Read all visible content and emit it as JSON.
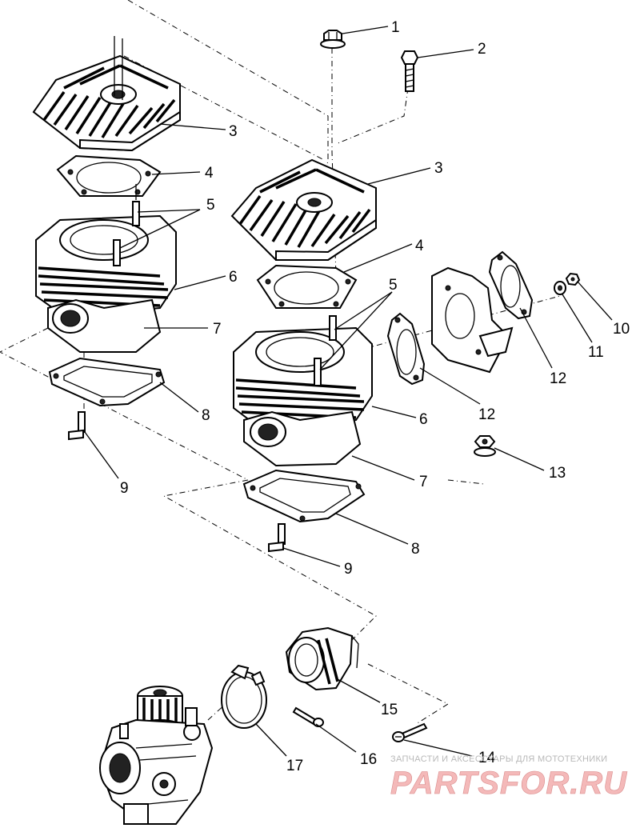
{
  "diagram": {
    "callouts": [
      {
        "id": "c1",
        "label": "1"
      },
      {
        "id": "c2",
        "label": "2"
      },
      {
        "id": "c3a",
        "label": "3"
      },
      {
        "id": "c3b",
        "label": "3"
      },
      {
        "id": "c4a",
        "label": "4"
      },
      {
        "id": "c4b",
        "label": "4"
      },
      {
        "id": "c5a",
        "label": "5"
      },
      {
        "id": "c5b",
        "label": "5"
      },
      {
        "id": "c6a",
        "label": "6"
      },
      {
        "id": "c6b",
        "label": "6"
      },
      {
        "id": "c7a",
        "label": "7"
      },
      {
        "id": "c7b",
        "label": "7"
      },
      {
        "id": "c8a",
        "label": "8"
      },
      {
        "id": "c8b",
        "label": "8"
      },
      {
        "id": "c9a",
        "label": "9"
      },
      {
        "id": "c9b",
        "label": "9"
      },
      {
        "id": "c10",
        "label": "10"
      },
      {
        "id": "c11",
        "label": "11"
      },
      {
        "id": "c12a",
        "label": "12"
      },
      {
        "id": "c12b",
        "label": "12"
      },
      {
        "id": "c13",
        "label": "13"
      },
      {
        "id": "c14",
        "label": "14"
      },
      {
        "id": "c15",
        "label": "15"
      },
      {
        "id": "c16",
        "label": "16"
      },
      {
        "id": "c17",
        "label": "17"
      }
    ]
  },
  "watermark": {
    "tagline": "ЗАПЧАСТИ И АКСЕССУАРЫ ДЛЯ МОТОТЕХНИКИ",
    "logo": "PARTSFOR.RU",
    "color": "#f4b9b9"
  }
}
